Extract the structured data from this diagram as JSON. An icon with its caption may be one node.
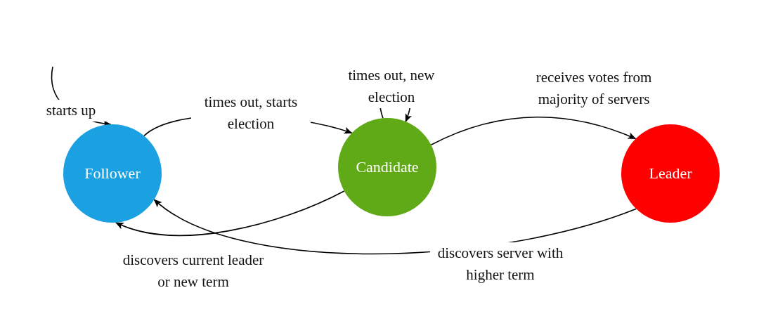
{
  "diagram": {
    "nodes": [
      {
        "text": [
          "Follower"
        ]
      },
      {
        "text": [
          "Candidate"
        ]
      },
      {
        "text": [
          "Leader"
        ]
      }
    ],
    "edges": [
      {
        "from": null,
        "to": 0,
        "arrow": "to",
        "label": "starts up"
      },
      {
        "from": 0,
        "to": 1,
        "arrow": "to",
        "label": "times out, starts election"
      },
      {
        "from": 1,
        "to": 1,
        "arrow": "to",
        "label": "times out, new election"
      },
      {
        "from": 1,
        "to": 2,
        "arrow": "to",
        "label": "receives votes from majority of servers"
      },
      {
        "from": 1,
        "to": 0,
        "arrow": "to",
        "label": "discovers current leader or new term"
      },
      {
        "from": 2,
        "to": 0,
        "arrow": "to",
        "label": "discovers server with higher term"
      }
    ]
  }
}
